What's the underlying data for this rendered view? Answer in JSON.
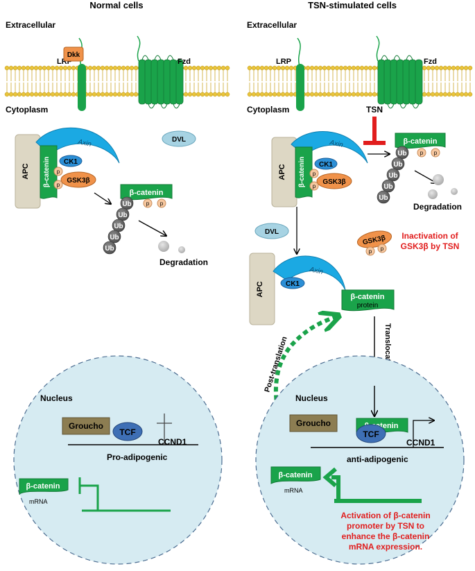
{
  "left": {
    "title": "Normal cells",
    "extracellular": "Extracellular",
    "cytoplasm": "Cytoplasm",
    "lrp": "LRP",
    "dkk": "Dkk",
    "fzd": "Fzd",
    "dvl": "DVL",
    "apc": "APC",
    "axin": "Axin",
    "ck1": "CK1",
    "gsk3b": "GSK3β",
    "beta_catenin": "β-catenin",
    "p": "p",
    "ub": "Ub",
    "degradation": "Degradation",
    "nucleus": "Nucleus",
    "groucho": "Groucho",
    "tcf": "TCF",
    "ccnd1": "CCND1",
    "pro_adipogenic": "Pro-adipogenic",
    "mrna_label": "mRNA"
  },
  "right": {
    "title": "TSN-stimulated cells",
    "extracellular": "Extracellular",
    "cytoplasm": "Cytoplasm",
    "lrp": "LRP",
    "fzd": "Fzd",
    "tsn": "TSN",
    "dvl": "DVL",
    "apc": "APC",
    "axin": "Axin",
    "ck1": "CK1",
    "gsk3b": "GSK3β",
    "beta_catenin": "β-catenin",
    "p": "p",
    "ub": "Ub",
    "degradation": "Degradation",
    "inactivation_line1": "Inactivation of",
    "inactivation_line2": "GSK3β by TSN",
    "protein_label": "protein",
    "post_translation": "Post-translation",
    "translocation": "Translocation",
    "nucleus": "Nucleus",
    "groucho": "Groucho",
    "tcf": "TCF",
    "ccnd1": "CCND1",
    "anti_adipogenic": "anti-adipogenic",
    "mrna_label": "mRNA",
    "activation_line1": "Activation of β-catenin",
    "activation_line2": "promoter by TSN to",
    "activation_line3": "enhance the β-catenin",
    "activation_line4": "mRNA expression."
  },
  "colors": {
    "green": "#1aa34a",
    "axin_blue": "#1ba9e3",
    "ck1_blue": "#2c8fd6",
    "gsk_orange": "#f0924a",
    "p_peach": "#f7c8a0",
    "apc_beige": "#ddd7c4",
    "groucho_olive": "#8c7d52",
    "tcf_blue": "#3e6fb5",
    "dvl_blue": "#a7d3e3",
    "nucleus_fill": "#d6ebf2",
    "red": "#e11d1d",
    "membrane_gold": "#e9c43a",
    "ub_gray": "#595959"
  }
}
